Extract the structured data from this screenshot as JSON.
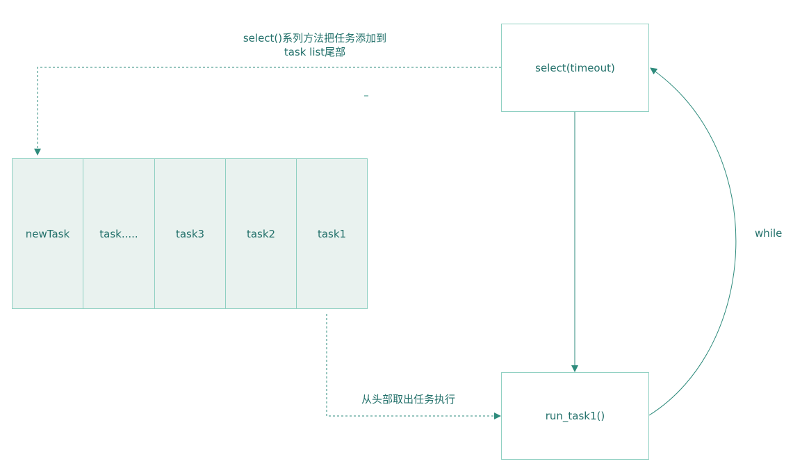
{
  "nodes": {
    "select_box": "select(timeout)",
    "run_box": "run_task1()"
  },
  "queue": {
    "cells": [
      "newTask",
      "task.....",
      "task3",
      "task2",
      "task1"
    ]
  },
  "labels": {
    "select_add_line1": "select()系列方法把任务添加到",
    "select_add_line2": "task list尾部",
    "take_from_head": "从头部取出任务执行",
    "loop": "while"
  },
  "colors": {
    "arrow": "#2e8b7c",
    "border": "#8fd0c2",
    "cell_fill": "#e9f2ef",
    "text": "#22706a"
  }
}
